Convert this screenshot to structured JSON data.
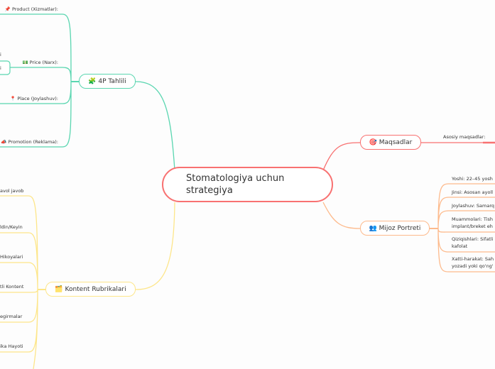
{
  "colors": {
    "center": "#f87171",
    "4p": "#5ad6b0",
    "maqsadlar": "#f87171",
    "mijoz": "#fdba8c",
    "kontent": "#fde68a"
  },
  "center": {
    "title": "Stomatologiya uchun strategiya"
  },
  "branches": {
    "p4": {
      "label": "🧩 4P Tahlili",
      "children": [
        "📌 Product (Xizmatlar):",
        "💵 Price (Narx):",
        "📍 Place (Joylashuv):",
        "📣 Promotion (Reklama):"
      ],
      "cut": [
        "i",
        "i"
      ]
    },
    "maqsadlar": {
      "label": "🎯 Maqsadlar",
      "children": [
        "Asosiy maqsadlar:"
      ]
    },
    "mijoz": {
      "label": "👥 Mijoz Portreti",
      "children": [
        "Yoshi: 22–45 yosh",
        "Jinsi: Asosan ayoll",
        "Joylashuv: Samarq",
        "Muammolari: Tish\nimplant/breket eh",
        "Qiziqishlari: Sifatli\nkafolat",
        "Xatti-harakat: Sah\nyozadi yoki qo'ng'"
      ]
    },
    "kontent": {
      "label": "🗂️ Kontent Rubrikalari",
      "children": [
        "avol javob",
        "ldin/Keyin",
        "Hikoyalari",
        "tli Kontent",
        "egirmalar",
        "ika Hayoti"
      ]
    }
  }
}
